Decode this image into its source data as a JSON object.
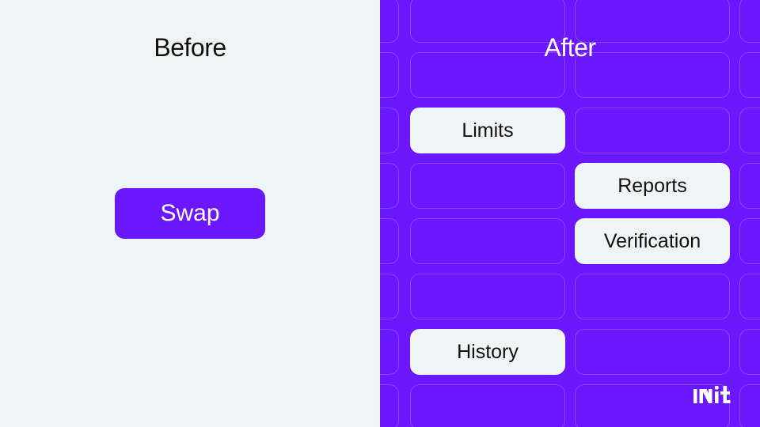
{
  "before": {
    "title": "Before",
    "button_label": "Swap"
  },
  "after": {
    "title": "After",
    "chips": {
      "limits": "Limits",
      "reports": "Reports",
      "verification": "Verification",
      "history": "History"
    }
  },
  "brand": {
    "logo_text": "INIT",
    "logo_icon": "init-logo"
  },
  "colors": {
    "accent": "#6a17fb",
    "light_bg": "#eff4f4",
    "dark_text": "#111111",
    "white": "#ffffff"
  }
}
